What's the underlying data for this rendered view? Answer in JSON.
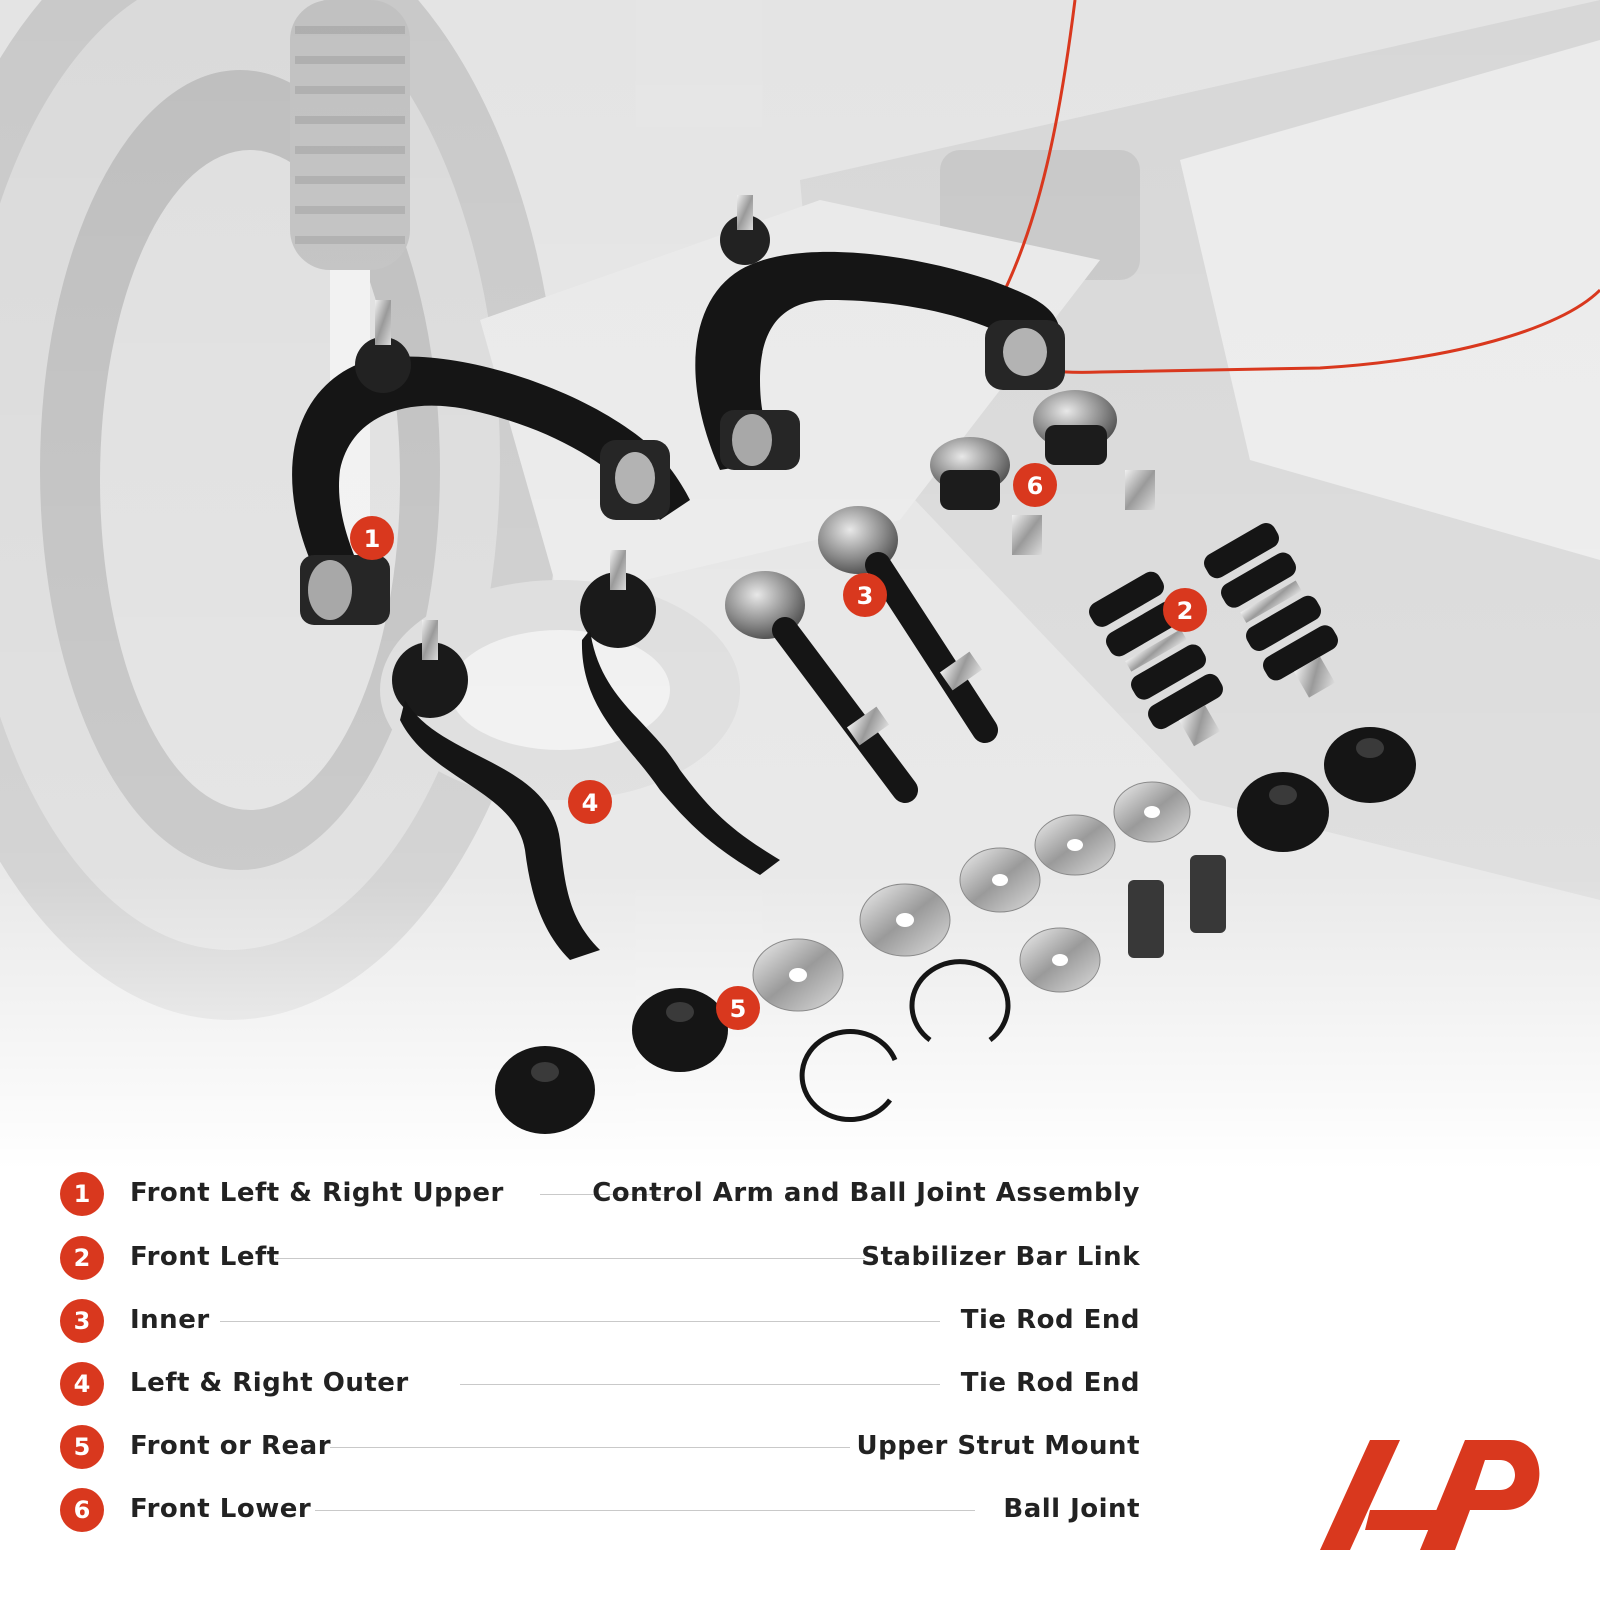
{
  "legend": [
    {
      "num": "1",
      "left": "Front Left  & Right Upper",
      "right": "Control Arm and Ball Joint Assembly"
    },
    {
      "num": "2",
      "left": "Front Left",
      "right": "Stabilizer Bar Link"
    },
    {
      "num": "3",
      "left": "Inner",
      "right": "Tie Rod End"
    },
    {
      "num": "4",
      "left": "Left  & Right  Outer",
      "right": "Tie Rod End"
    },
    {
      "num": "5",
      "left": "Front or Rear",
      "right": "Upper Strut Mount"
    },
    {
      "num": "6",
      "left": "Front Lower",
      "right": "Ball Joint"
    }
  ],
  "callouts": [
    "1",
    "2",
    "3",
    "4",
    "5",
    "6"
  ],
  "colors": {
    "accent": "#d9381e",
    "text": "#222222",
    "rule": "#c9c9c9",
    "part": "#151515"
  },
  "logo_text": "AP"
}
